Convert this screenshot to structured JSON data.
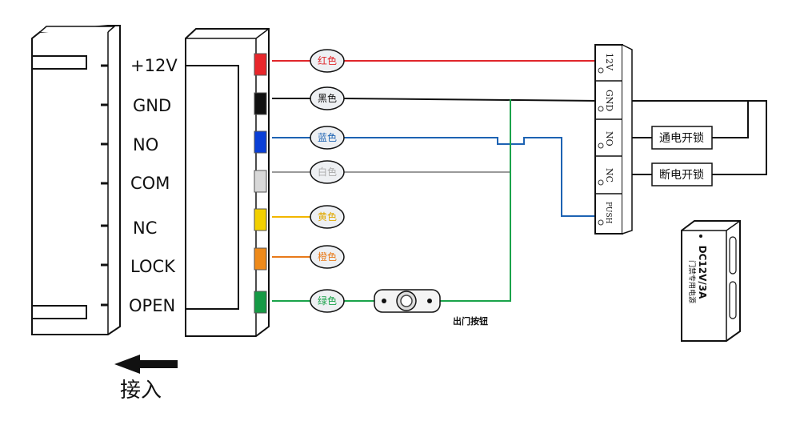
{
  "pins": [
    "+12V",
    "GND",
    "NO",
    "COM",
    "NC",
    "LOCK",
    "OPEN"
  ],
  "wires": [
    {
      "label": "红色",
      "color": "#e8262b"
    },
    {
      "label": "黑色",
      "color": "#111111"
    },
    {
      "label": "蓝色",
      "color": "#0a3fd6"
    },
    {
      "label": "白色",
      "color": "#d8d8d8"
    },
    {
      "label": "黄色",
      "color": "#f2d000"
    },
    {
      "label": "橙色",
      "color": "#ee8a1a"
    },
    {
      "label": "绿色",
      "color": "#159a45"
    }
  ],
  "wire_line_colors": {
    "red": "#e0262b",
    "black": "#111111",
    "blue": "#1d63b3",
    "white": "#9a9a9a",
    "yellow": "#f2b600",
    "orange": "#e87a1a",
    "green": "#1aa34a"
  },
  "terminals": [
    "12V",
    "GND",
    "NO",
    "NC",
    "PUSH"
  ],
  "lock_boxes": {
    "power_on_lock": "通电开锁",
    "power_off_lock": "断电开锁"
  },
  "exit_button_label": "出门按钮",
  "power_supply": {
    "model": "DC12V/3A",
    "name": "门禁专用电源"
  },
  "arrow_label": "接入"
}
